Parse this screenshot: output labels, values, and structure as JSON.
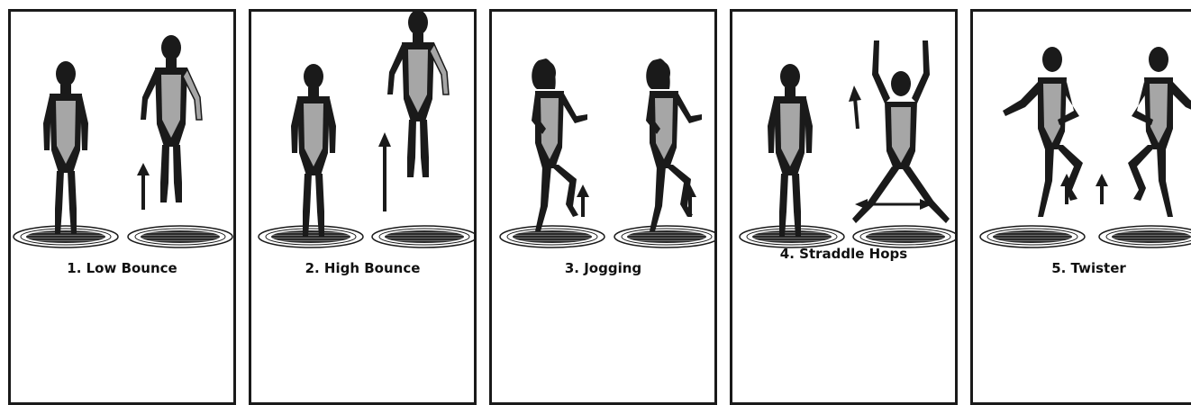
{
  "exercises": [
    {
      "label": "1. Low Bounce"
    },
    {
      "label": "2. High Bounce"
    },
    {
      "label": "3. Jogging"
    },
    {
      "label": "4. Straddle Hops"
    },
    {
      "label": "5. Twister"
    }
  ],
  "colors": {
    "ink": "#1a1a1a",
    "suit": "#a6a6a6",
    "mat": "#3a3a3a",
    "paper": "#ffffff"
  }
}
